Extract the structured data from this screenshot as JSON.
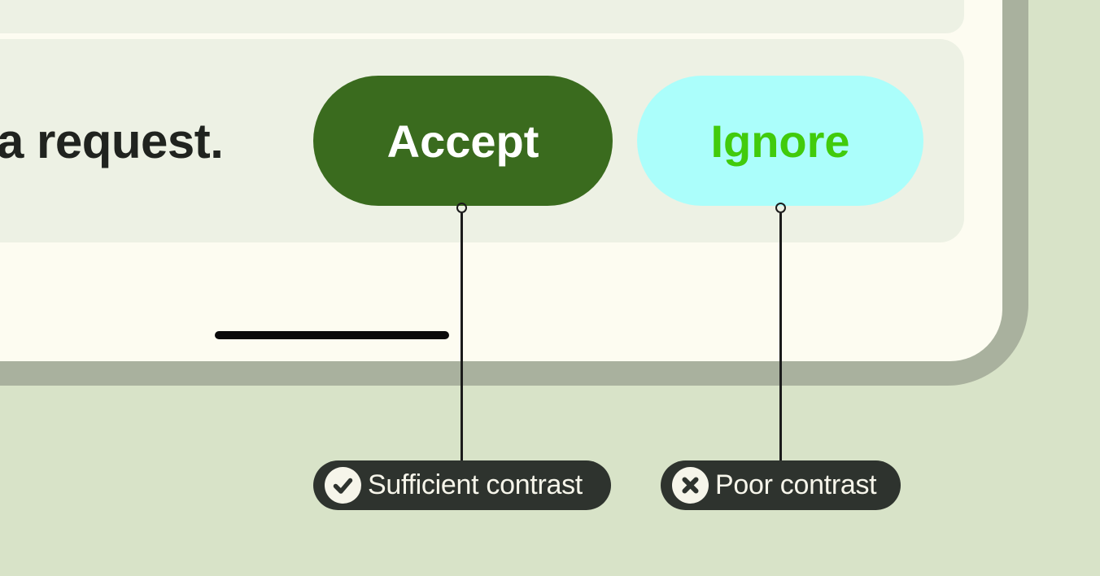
{
  "colors": {
    "page-bg": "#D8E3C8",
    "frame": "#A9B19E",
    "screen": "#FDFCF1",
    "panel": "#EDF1E4",
    "accept-bg": "#3A6B1E",
    "accept-text": "#FFFFFF",
    "ignore-bg": "#ABFEFB",
    "ignore-text": "#41CB0C",
    "heading-text": "#20231F",
    "callout-bg": "#2E332E",
    "callout-text": "#F6F5EA",
    "line": "#1B1B1B",
    "home-bar": "#0A0A0A"
  },
  "phone": {
    "message_text": "a request.",
    "buttons": {
      "accept": "Accept",
      "ignore": "Ignore"
    }
  },
  "callouts": {
    "accept": {
      "icon": "check-icon",
      "label": "Sufficient contrast"
    },
    "ignore": {
      "icon": "x-icon",
      "label": "Poor contrast"
    }
  }
}
